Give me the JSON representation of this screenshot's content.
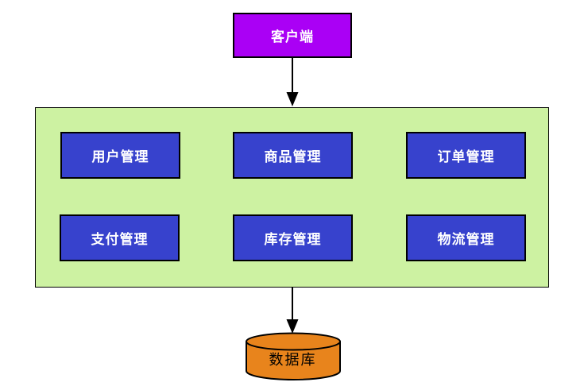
{
  "diagram": {
    "client": {
      "label": "客户端"
    },
    "modules": [
      {
        "id": "user",
        "label": "用户管理"
      },
      {
        "id": "product",
        "label": "商品管理"
      },
      {
        "id": "order",
        "label": "订单管理"
      },
      {
        "id": "payment",
        "label": "支付管理"
      },
      {
        "id": "inventory",
        "label": "库存管理"
      },
      {
        "id": "logistics",
        "label": "物流管理"
      }
    ],
    "database": {
      "label": "数据库"
    },
    "connections": [
      {
        "from": "client",
        "to": "modules-container",
        "type": "arrow-down"
      },
      {
        "from": "modules-container",
        "to": "database",
        "type": "arrow-down"
      }
    ]
  },
  "colors": {
    "client_bg": "#AA00F5",
    "module_bg": "#3742CD",
    "container_bg": "#CDF2A2",
    "database_bg": "#E8841C",
    "border_color": "#000000",
    "text_light": "#FFFFFF",
    "text_dark": "#000000"
  }
}
